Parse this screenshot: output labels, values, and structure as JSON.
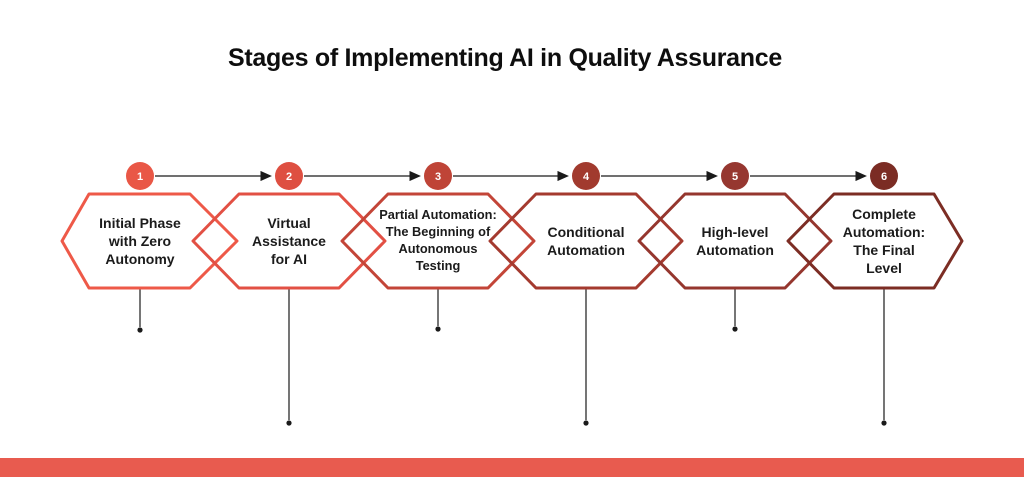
{
  "title": "Stages of Implementing AI in Quality Assurance",
  "stages": [
    {
      "number": "1",
      "label": "Initial Phase\nwith Zero\nAutonomy",
      "color": "#EE5948",
      "circle_color": "#E95746"
    },
    {
      "number": "2",
      "label": "Virtual\nAssistance\nfor AI",
      "color": "#E25044",
      "circle_color": "#DE4F41"
    },
    {
      "number": "3",
      "label": "Partial Automation:\nThe Beginning of\nAutonomous\nTesting",
      "color": "#C34538",
      "circle_color": "#BF4437"
    },
    {
      "number": "4",
      "label": "Conditional\nAutomation",
      "color": "#A43A2F",
      "circle_color": "#A13A2E"
    },
    {
      "number": "5",
      "label": "High-level\nAutomation",
      "color": "#95362E",
      "circle_color": "#963730"
    },
    {
      "number": "6",
      "label": "Complete\nAutomation:\nThe Final\nLevel",
      "color": "#7C2D24",
      "circle_color": "#7B2C24"
    }
  ],
  "accent_bar_color": "#E85B4F"
}
